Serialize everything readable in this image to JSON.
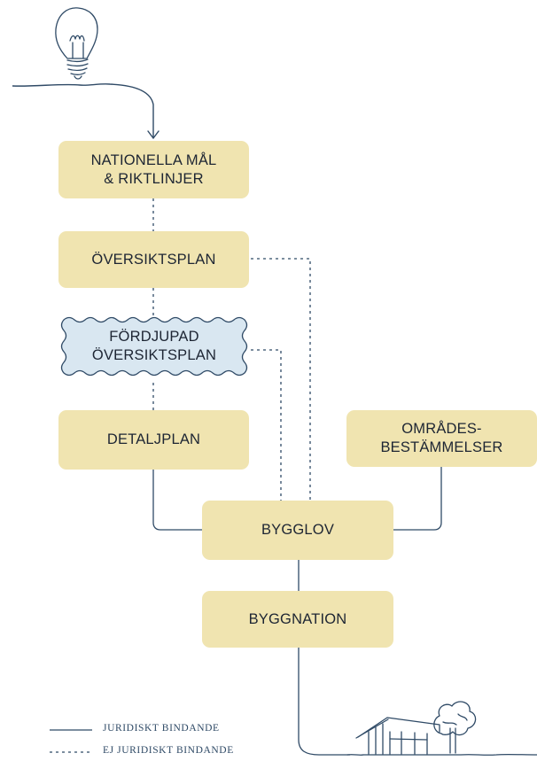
{
  "colors": {
    "box_fill": "#f0e4b0",
    "wavy_fill": "#d9e7f1",
    "line": "#2f4a66"
  },
  "boxes": {
    "nationella": "NATIONELLA MÅL\n& RIKTLINJER",
    "oversiktsplan": "ÖVERSIKTSPLAN",
    "fordjupad": "FÖRDJUPAD\nÖVERSIKTSPLAN",
    "detaljplan": "DETALJPLAN",
    "omrades": "OMRÅDES-\nBESTÄMMELSER",
    "bygglov": "BYGGLOV",
    "byggnation": "BYGGNATION"
  },
  "legend": {
    "solid": "JURIDISKT BINDANDE",
    "dashed": "EJ JURIDISKT BINDANDE"
  },
  "icons": {
    "start": "light-bulb-icon",
    "end": "house-with-tree-icon"
  }
}
